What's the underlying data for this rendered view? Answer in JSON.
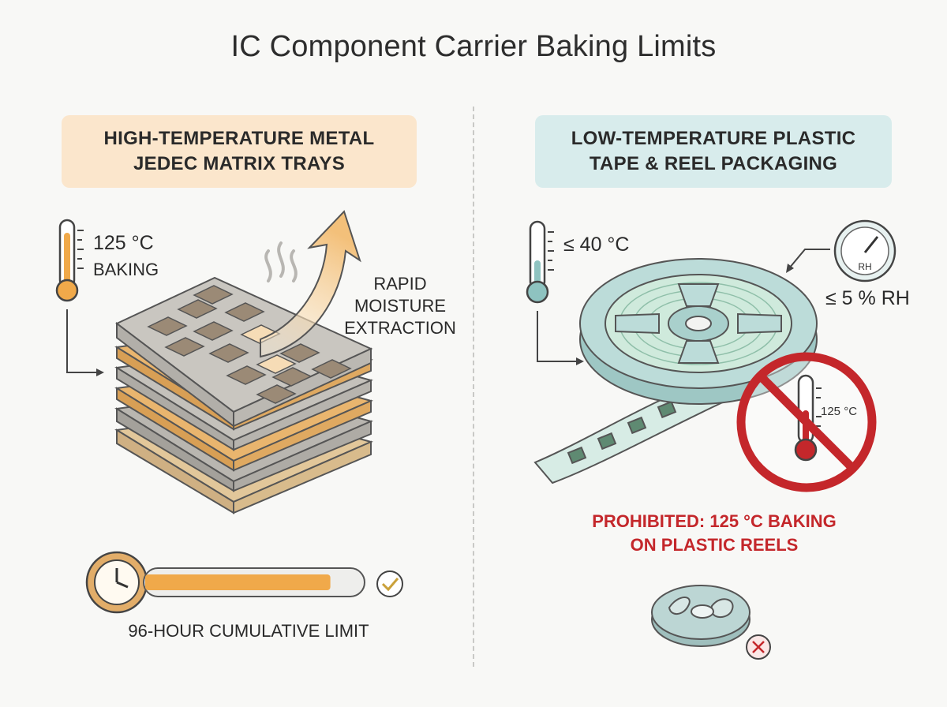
{
  "title": "IC Component Carrier Baking Limits",
  "left": {
    "banner_line1": "HIGH-TEMPERATURE METAL",
    "banner_line2": "JEDEC MATRIX TRAYS",
    "temp_value": "125 °C",
    "temp_caption": "BAKING",
    "moisture_line1": "RAPID",
    "moisture_line2": "MOISTURE",
    "moisture_line3": "EXTRACTION",
    "time_limit": "96-HOUR CUMULATIVE LIMIT",
    "time_progress": 0.85
  },
  "right": {
    "banner_line1": "LOW-TEMPERATURE PLASTIC",
    "banner_line2": "TAPE & REEL PACKAGING",
    "temp_value": "≤ 40 °C",
    "humidity_value": "≤ 5 % RH",
    "gauge_label": "RH",
    "prohibited_temp": "125 °C",
    "prohibited_line1": "PROHIBITED: 125 °C BAKING",
    "prohibited_line2": "ON PLASTIC REELS"
  },
  "colors": {
    "orange": "#f0a94a",
    "tray_orange": "#e9b56e",
    "teal": "#8ec3c0",
    "red": "#c4272b",
    "green_check": "#caa13a"
  }
}
